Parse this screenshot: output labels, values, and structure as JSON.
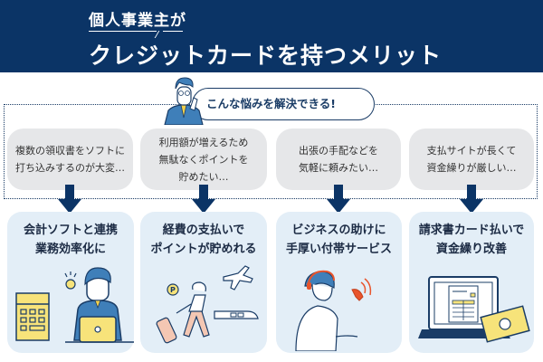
{
  "header": {
    "subtitle": "個人事業主が",
    "title": "クレジットカードを持つメリット",
    "background": "#0b3466"
  },
  "bubble": {
    "text": "こんな悩みを解決できる!"
  },
  "problems": [
    {
      "line1": "複数の領収書をソフトに",
      "line2": "打ち込みするのが大変…",
      "line3": ""
    },
    {
      "line1": "利用額が増えるため",
      "line2": "無駄なくポイントを",
      "line3": "貯めたい…"
    },
    {
      "line1": "出張の手配などを",
      "line2": "気軽に頼みたい…",
      "line3": ""
    },
    {
      "line1": "支払サイトが長くて",
      "line2": "資金繰りが厳しい…",
      "line3": ""
    }
  ],
  "benefits": [
    {
      "line1": "会計ソフトと連携",
      "line2": "業務効率化に",
      "icon": "accountant-laptop-calculator-icon"
    },
    {
      "line1": "経費の支払いで",
      "line2": "ポイントが貯めれる",
      "icon": "traveler-points-icon"
    },
    {
      "line1": "ビジネスの助けに",
      "line2": "手厚い付帯サービス",
      "icon": "support-operator-phone-icon"
    },
    {
      "line1": "請求書カード払いで",
      "line2": "資金繰り改善",
      "icon": "invoice-laptop-cash-icon"
    }
  ],
  "colors": {
    "navy": "#0b3466",
    "pill": "#e6e7e9",
    "card": "#e3eef7",
    "accent_yellow": "#f7e37a",
    "accent_orange": "#e8542c"
  }
}
